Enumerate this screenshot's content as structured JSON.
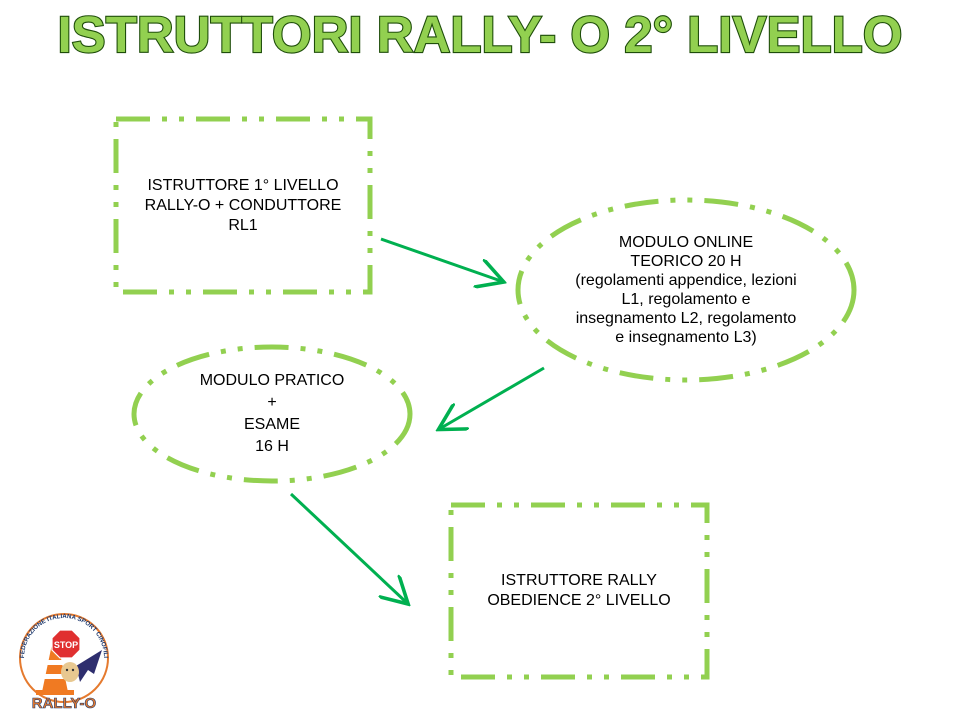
{
  "title": "ISTRUTTORI RALLY- O 2° LIVELLO",
  "colors": {
    "title_fill": "#92D050",
    "title_stroke": "#1E4D0A",
    "node_border": "#92D050",
    "arrow": "#00B050",
    "text": "#000000"
  },
  "nodes": {
    "level1": {
      "lines": [
        "ISTRUTTORE 1° LIVELLO",
        "RALLY-O + CONDUTTORE",
        "RL1"
      ]
    },
    "online": {
      "lines": [
        "MODULO ONLINE",
        "TEORICO 20 H",
        "(regolamenti appendice, lezioni",
        "L1, regolamento  e",
        "insegnamento L2, regolamento",
        "e insegnamento L3)"
      ]
    },
    "pratico": {
      "lines": [
        "MODULO PRATICO",
        "+",
        "ESAME",
        "16 H"
      ]
    },
    "level2": {
      "lines": [
        "ISTRUTTORE RALLY",
        "OBEDIENCE 2° LIVELLO"
      ]
    }
  },
  "logo": {
    "arc_text": "·FEDERAZIONE ITALIANA SPORT CINOFILI·",
    "sign_text": "STOP",
    "name": "RALLY-O"
  }
}
